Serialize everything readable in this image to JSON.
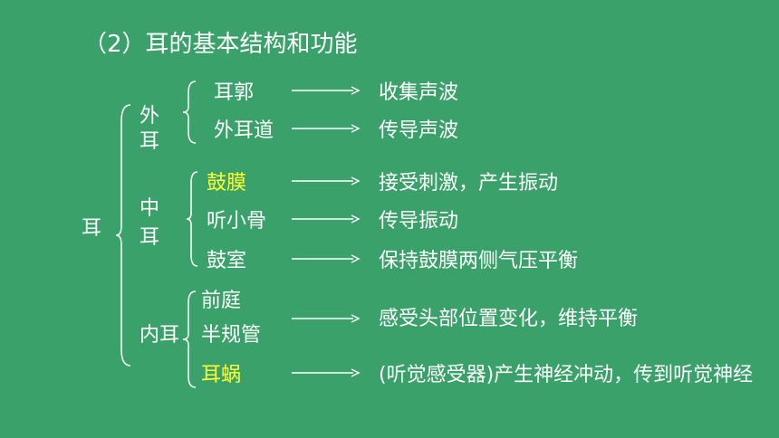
{
  "title": "（2）耳的基本结构和功能",
  "root": "耳",
  "groups": [
    {
      "label": "外\n耳",
      "label_parts": [
        "外",
        "耳"
      ],
      "items": [
        {
          "name": "耳郭",
          "func": "收集声波"
        },
        {
          "name": "外耳道",
          "func": "传导声波"
        }
      ]
    },
    {
      "label_parts": [
        "中",
        "耳"
      ],
      "items": [
        {
          "name": "鼓膜",
          "func": "接受刺激，产生振动",
          "highlight": true
        },
        {
          "name": "听小骨",
          "func": "传导振动"
        },
        {
          "name": "鼓室",
          "func": "保持鼓膜两侧气压平衡"
        }
      ]
    },
    {
      "label_parts": [
        "内耳"
      ],
      "items": [
        {
          "name": "前庭"
        },
        {
          "name": "半规管",
          "func": "感受头部位置变化，维持平衡"
        },
        {
          "name": "耳蜗",
          "func": "(听觉感受器)产生神经冲动，传到听觉神经",
          "highlight": true
        }
      ]
    }
  ],
  "colors": {
    "background": "#3aa16a",
    "text": "#ffffff",
    "highlight": "#ffff33"
  }
}
